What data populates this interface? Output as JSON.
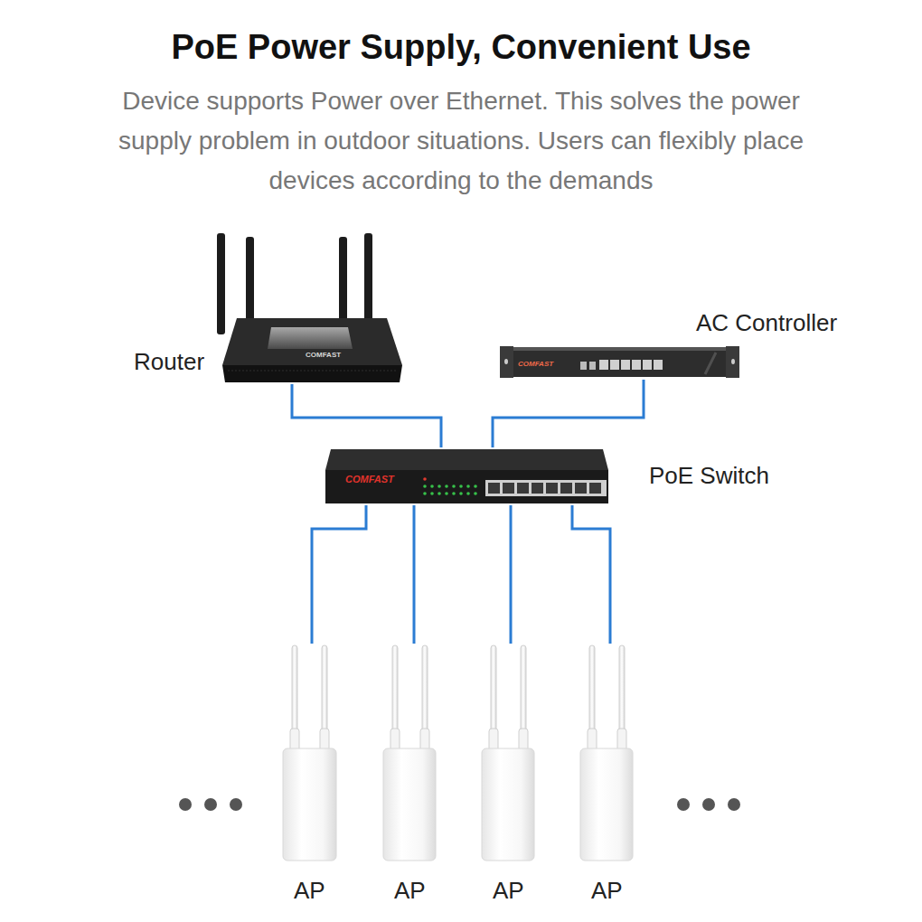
{
  "diagram": {
    "title": "PoE Power Supply, Convenient Use",
    "caption": "Device supports Power over Ethernet. This solves the power supply problem in outdoor situations. Users can flexibly place devices according to the demands",
    "nodes": [
      {
        "text": [
          "Router",
          "COMFAST"
        ]
      },
      {
        "text": [
          "AC Controller",
          "COMFAST"
        ]
      },
      {
        "text": [
          "PoE Switch",
          "COMFAST"
        ]
      },
      {
        "text": [
          "AP"
        ]
      },
      {
        "text": [
          "AP"
        ]
      },
      {
        "text": [
          "AP"
        ]
      },
      {
        "text": [
          "AP"
        ]
      }
    ],
    "edges": [
      {
        "from": 0,
        "to": 2,
        "arrow": "none"
      },
      {
        "from": 1,
        "to": 2,
        "arrow": "none"
      },
      {
        "from": 2,
        "to": 3,
        "arrow": "none"
      },
      {
        "from": 2,
        "to": 4,
        "arrow": "none"
      },
      {
        "from": 2,
        "to": 5,
        "arrow": "none"
      },
      {
        "from": 2,
        "to": 6,
        "arrow": "none"
      }
    ]
  }
}
